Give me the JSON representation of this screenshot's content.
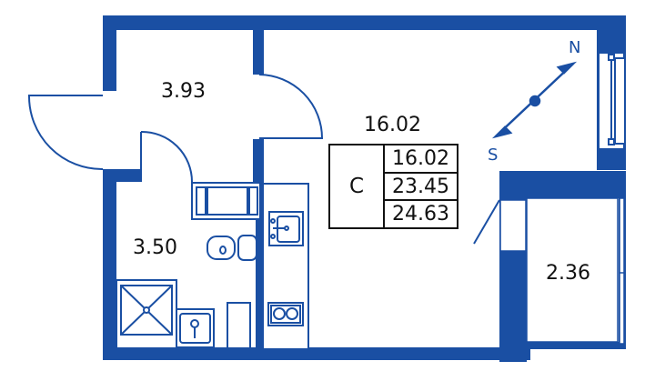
{
  "colors": {
    "wall": "#1a4fa3",
    "text": "#111111",
    "background": "#ffffff"
  },
  "rooms": {
    "hall": {
      "label": "3.93"
    },
    "bathroom": {
      "label": "3.50"
    },
    "studio": {
      "label": "16.02"
    },
    "balcony": {
      "label": "2.36"
    }
  },
  "legend": {
    "type_code": "C",
    "living_area": "16.02",
    "total_area": "23.45",
    "total_area_with_balcony": "24.63"
  },
  "compass": {
    "north": "N",
    "south": "S"
  }
}
